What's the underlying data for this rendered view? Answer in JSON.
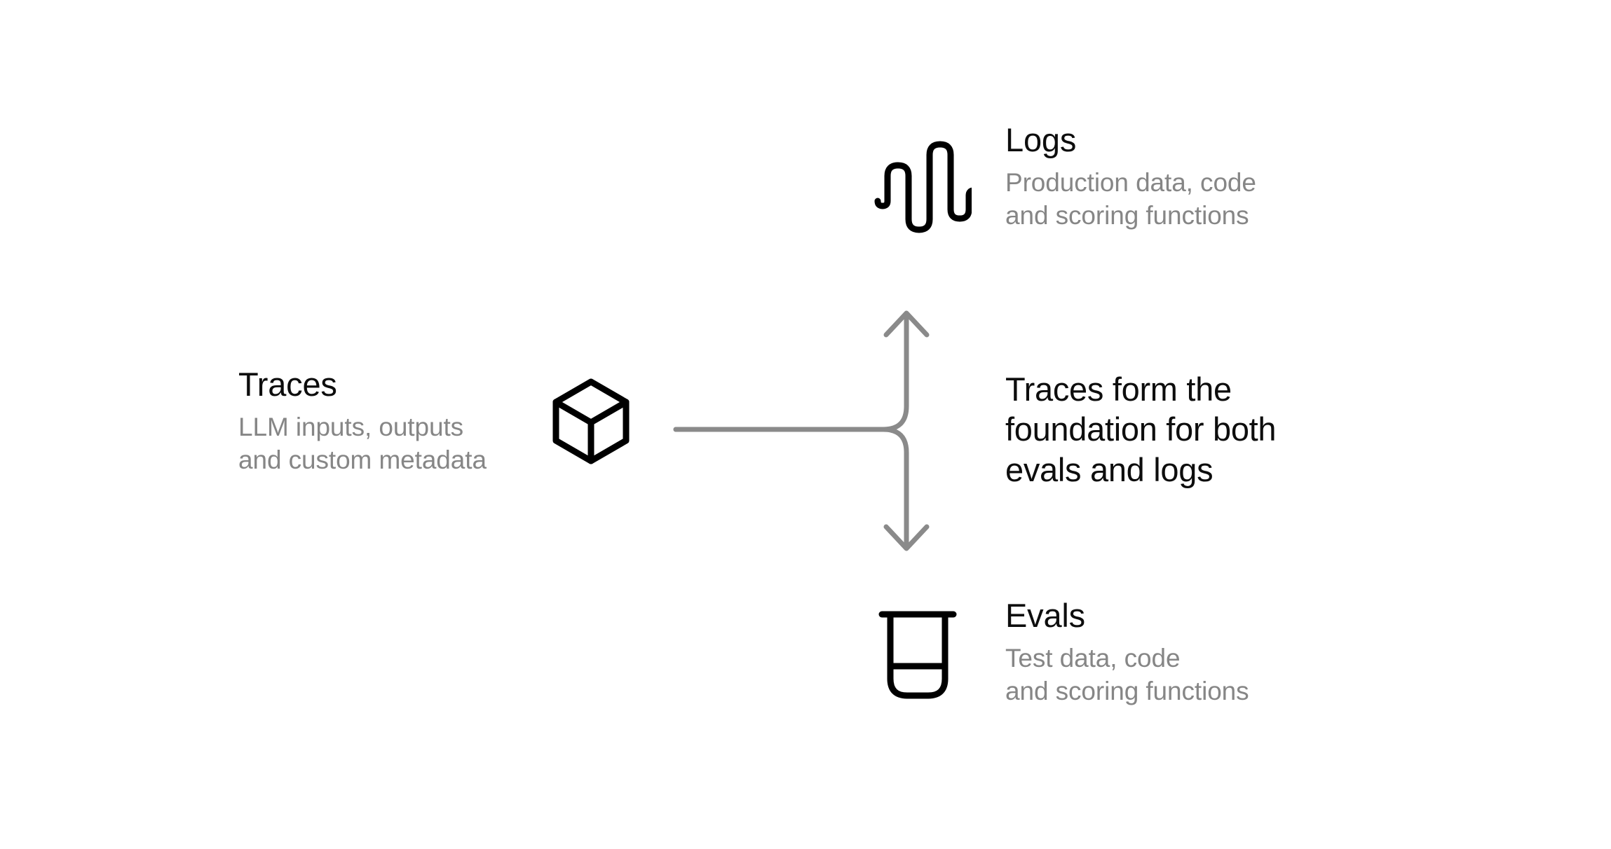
{
  "diagram": {
    "background_color": "#ffffff",
    "title_color": "#0d0d0d",
    "description_color": "#868686",
    "connector_color": "#8a8a8a",
    "icon_color": "#000000"
  },
  "nodes": {
    "traces": {
      "title": "Traces",
      "description_line_1": "LLM inputs, outputs",
      "description_line_2": "and custom metadata",
      "icon": "cube-icon"
    },
    "logs": {
      "title": "Logs",
      "description_line_1": "Production data, code",
      "description_line_2": "and scoring functions",
      "icon": "waveform-icon"
    },
    "evals": {
      "title": "Evals",
      "description_line_1": "Test data, code",
      "description_line_2": "and scoring functions",
      "icon": "beaker-icon"
    }
  },
  "caption": {
    "line_1": "Traces form the",
    "line_2": "foundation for both",
    "line_3": "evals and logs"
  },
  "connector": {
    "from": "traces",
    "to_up": "logs",
    "to_down": "evals",
    "style": "split-branch-with-arrowheads"
  }
}
